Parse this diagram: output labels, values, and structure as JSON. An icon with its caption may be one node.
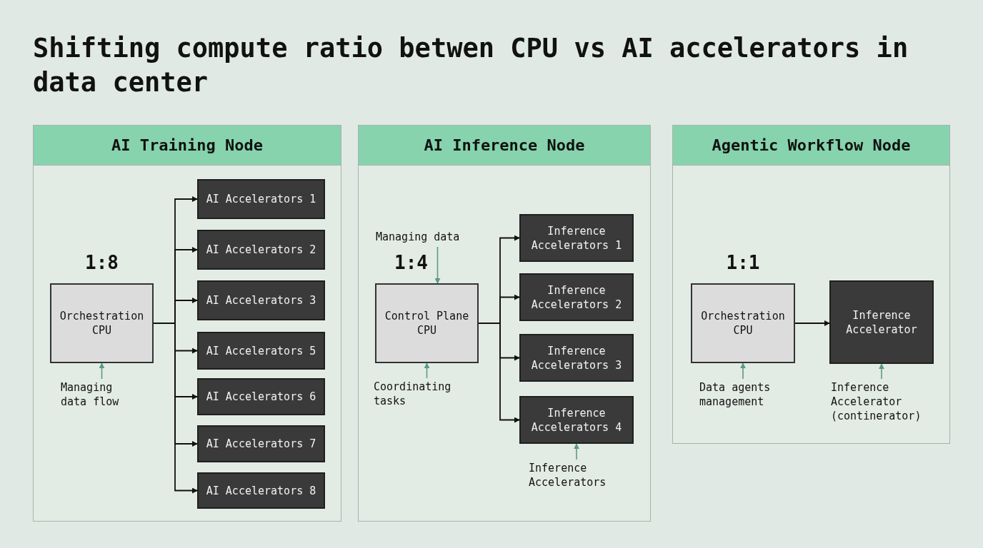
{
  "diagram": {
    "title": "Shifting compute ratio betwen CPU vs AI accelerators in data center",
    "nodes": [
      {
        "text": [
          "AI Training Node"
        ]
      },
      {
        "text": [
          "Orchestration CPU"
        ],
        "in": 0,
        "beside": [
          "1:8"
        ]
      },
      {
        "text": [
          "AI Accelerators 1"
        ],
        "in": 0
      },
      {
        "text": [
          "AI Accelerators 2"
        ],
        "in": 0
      },
      {
        "text": [
          "AI Accelerators 3"
        ],
        "in": 0
      },
      {
        "text": [
          "AI Accelerators 5"
        ],
        "in": 0
      },
      {
        "text": [
          "AI Accelerators 6"
        ],
        "in": 0
      },
      {
        "text": [
          "AI Accelerators 7"
        ],
        "in": 0
      },
      {
        "text": [
          "AI Accelerators 8"
        ],
        "in": 0
      },
      {
        "text": [
          "Managing data flow"
        ],
        "in": 0
      },
      {
        "text": [
          "AI Inference Node"
        ]
      },
      {
        "text": [
          "Managing data"
        ],
        "in": 10
      },
      {
        "text": [
          "Control Plane CPU"
        ],
        "in": 10,
        "beside": [
          "1:4"
        ]
      },
      {
        "text": [
          "Inference Accelerators 1"
        ],
        "in": 10
      },
      {
        "text": [
          "Inference Accelerators 2"
        ],
        "in": 10
      },
      {
        "text": [
          "Inference Accelerators 3"
        ],
        "in": 10
      },
      {
        "text": [
          "Inference Accelerators 4"
        ],
        "in": 10
      },
      {
        "text": [
          "Coordinating tasks"
        ],
        "in": 10
      },
      {
        "text": [
          "Inference Accelerators"
        ],
        "in": 10
      },
      {
        "text": [
          "Agentic Workflow Node"
        ]
      },
      {
        "text": [
          "Orchestration CPU"
        ],
        "in": 19,
        "beside": [
          "1:1"
        ]
      },
      {
        "text": [
          "Inference Accelerator"
        ],
        "in": 19
      },
      {
        "text": [
          "Data agents management"
        ],
        "in": 19
      },
      {
        "text": [
          "Inference Accelerator (continerator)"
        ],
        "in": 19
      }
    ],
    "edges": [
      {
        "from": 1,
        "to": 2,
        "arrow": "to"
      },
      {
        "from": 1,
        "to": 3,
        "arrow": "to"
      },
      {
        "from": 1,
        "to": 4,
        "arrow": "to"
      },
      {
        "from": 1,
        "to": 5,
        "arrow": "to"
      },
      {
        "from": 1,
        "to": 6,
        "arrow": "to"
      },
      {
        "from": 1,
        "to": 7,
        "arrow": "to"
      },
      {
        "from": 1,
        "to": 8,
        "arrow": "to"
      },
      {
        "from": 9,
        "to": 1,
        "arrow": "to",
        "color": "#5a9a86"
      },
      {
        "from": 11,
        "to": 12,
        "arrow": "to",
        "color": "#5a9a86"
      },
      {
        "from": 12,
        "to": 13,
        "arrow": "to"
      },
      {
        "from": 12,
        "to": 14,
        "arrow": "to"
      },
      {
        "from": 12,
        "to": 15,
        "arrow": "to"
      },
      {
        "from": 12,
        "to": 16,
        "arrow": "to"
      },
      {
        "from": 17,
        "to": 12,
        "arrow": "to",
        "color": "#5a9a86"
      },
      {
        "from": 18,
        "to": 16,
        "arrow": "to",
        "color": "#5a9a86"
      },
      {
        "from": 20,
        "to": 21,
        "arrow": "to"
      },
      {
        "from": 22,
        "to": 20,
        "arrow": "to",
        "color": "#5a9a86"
      },
      {
        "from": 23,
        "to": 21,
        "arrow": "to",
        "color": "#5a9a86"
      }
    ]
  }
}
